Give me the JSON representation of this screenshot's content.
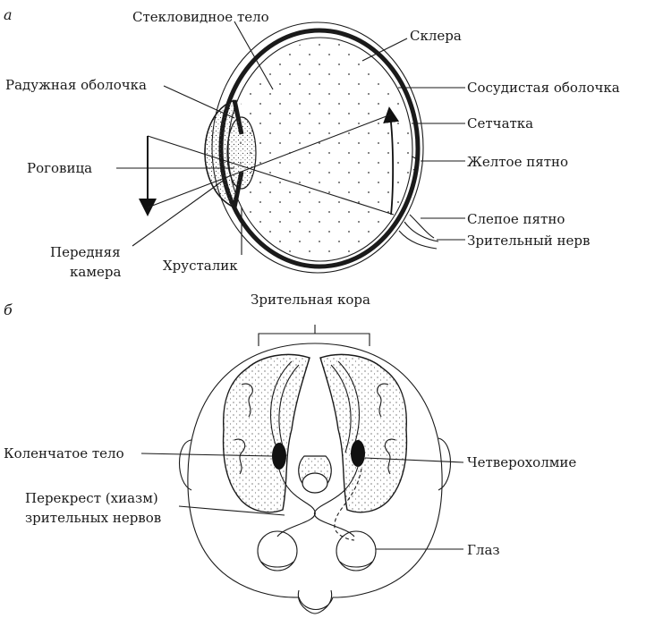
{
  "panels": {
    "a": "а",
    "b": "б"
  },
  "eye_labels": {
    "vitreous": "Стекловидное тело",
    "sclera": "Склера",
    "iris": "Радужная оболочка",
    "choroid": "Сосудистая оболочка",
    "retina": "Сетчатка",
    "cornea": "Роговица",
    "macula": "Желтое пятно",
    "blind_spot": "Слепое пятно",
    "optic_nerve": "Зрительный нерв",
    "anterior_chamber_1": "Передняя",
    "anterior_chamber_2": "камера",
    "lens": "Хрусталик"
  },
  "brain_labels": {
    "visual_cortex": "Зрительная кора",
    "geniculate": "Коленчатое тело",
    "quadrigemina": "Четверохолмие",
    "chiasm_1": "Перекрест (хиазм)",
    "chiasm_2": "зрительных нервов",
    "eye": "Глаз"
  }
}
